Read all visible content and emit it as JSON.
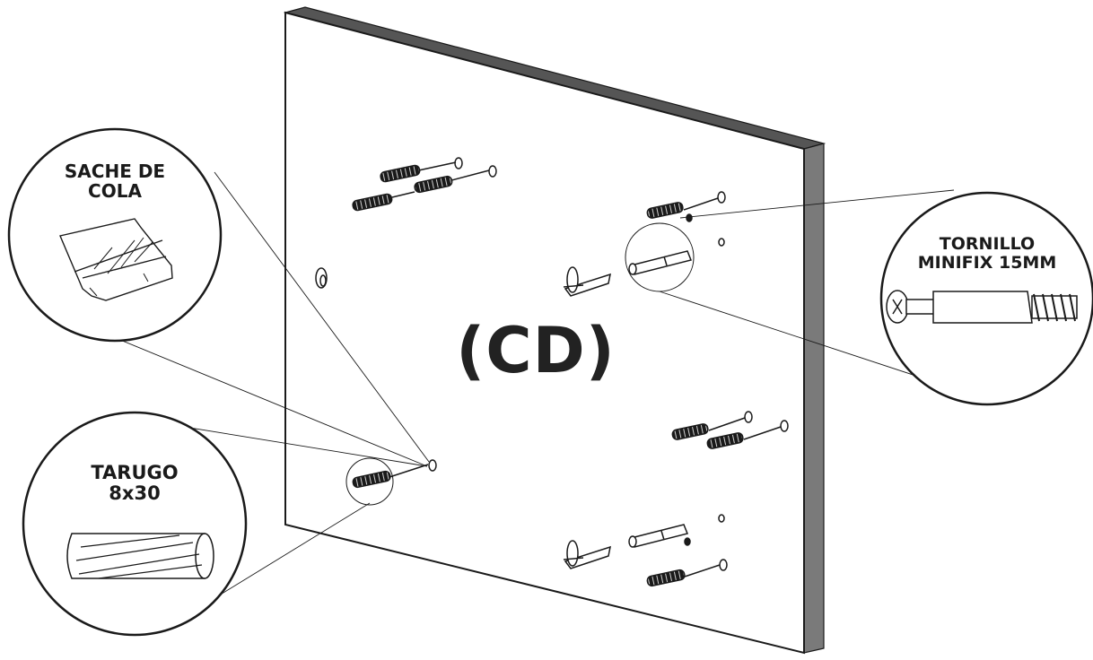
{
  "panel": {
    "code": "(CD)"
  },
  "callouts": {
    "glue": {
      "line1": "SACHE DE",
      "line2": "COLA"
    },
    "dowel": {
      "line1": "TARUGO",
      "line2": "8x30"
    },
    "screw": {
      "line1": "TORNILLO",
      "line2": "MINIFIX 15MM"
    }
  },
  "colors": {
    "line": "#1a1a1a",
    "edge": "#7a7a7a",
    "panel": "#ffffff"
  }
}
